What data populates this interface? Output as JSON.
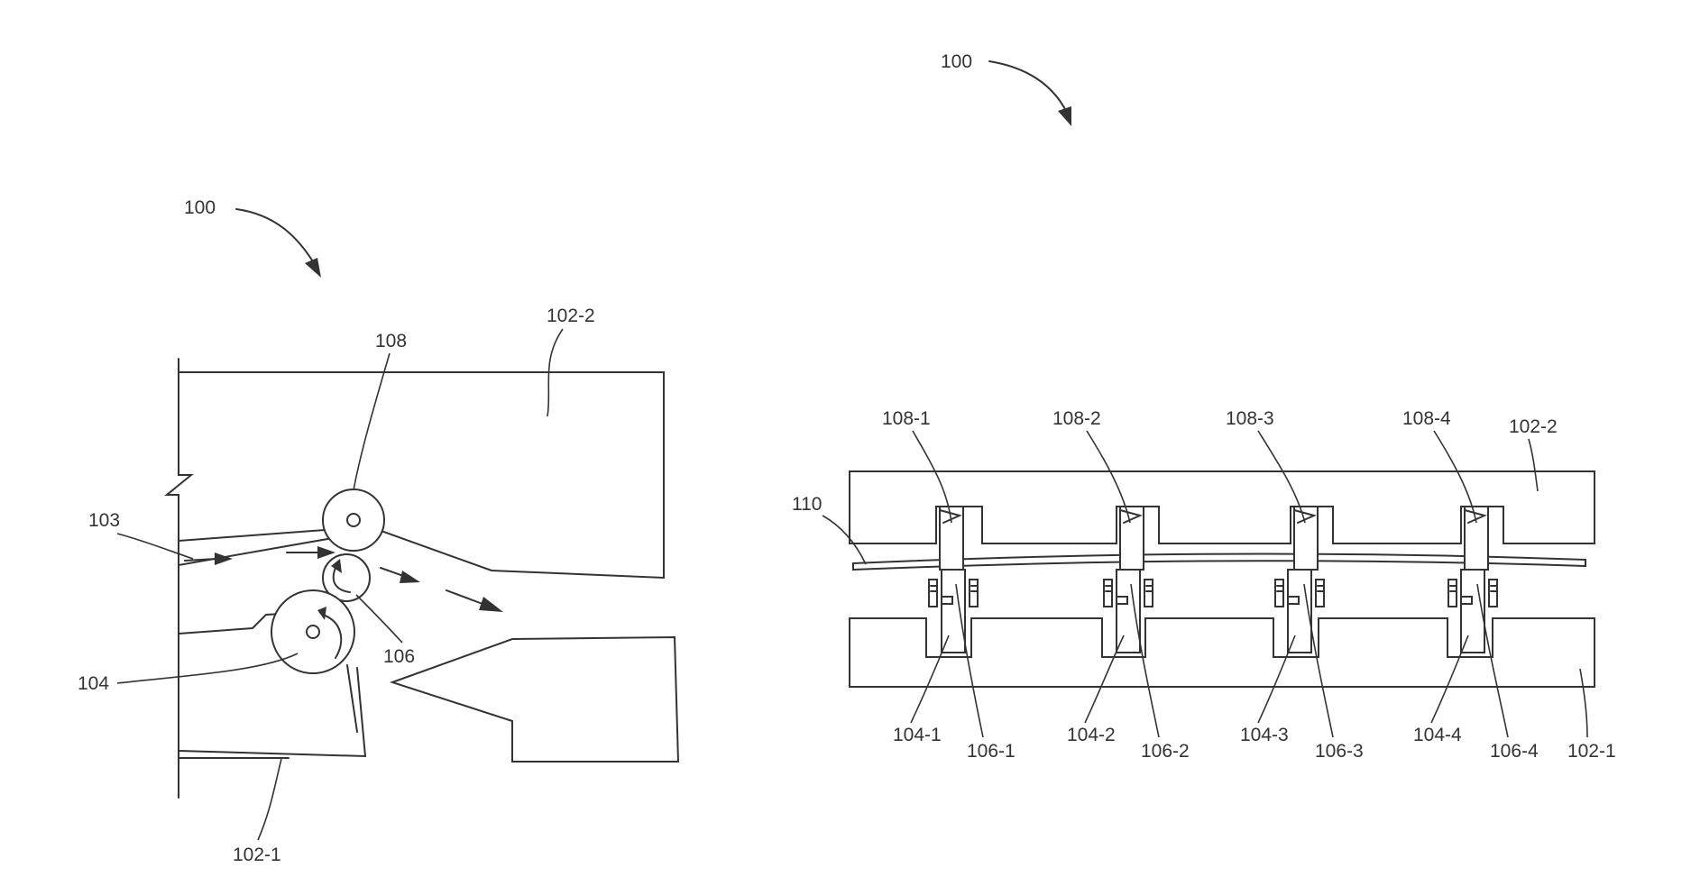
{
  "figure_left": {
    "ref_main": "100",
    "labels": {
      "l108": "108",
      "l102_2": "102-2",
      "l103": "103",
      "l104": "104",
      "l106": "106",
      "l102_1": "102-1"
    }
  },
  "figure_right": {
    "ref_main": "100",
    "labels": {
      "l108_1": "108-1",
      "l108_2": "108-2",
      "l108_3": "108-3",
      "l108_4": "108-4",
      "l102_2": "102-2",
      "l110": "110",
      "l104_1": "104-1",
      "l106_1": "106-1",
      "l104_2": "104-2",
      "l106_2": "106-2",
      "l104_3": "104-3",
      "l106_3": "106-3",
      "l104_4": "104-4",
      "l106_4": "106-4",
      "l102_1": "102-1"
    }
  },
  "colors": {
    "line": "#333333",
    "background": "#ffffff"
  }
}
